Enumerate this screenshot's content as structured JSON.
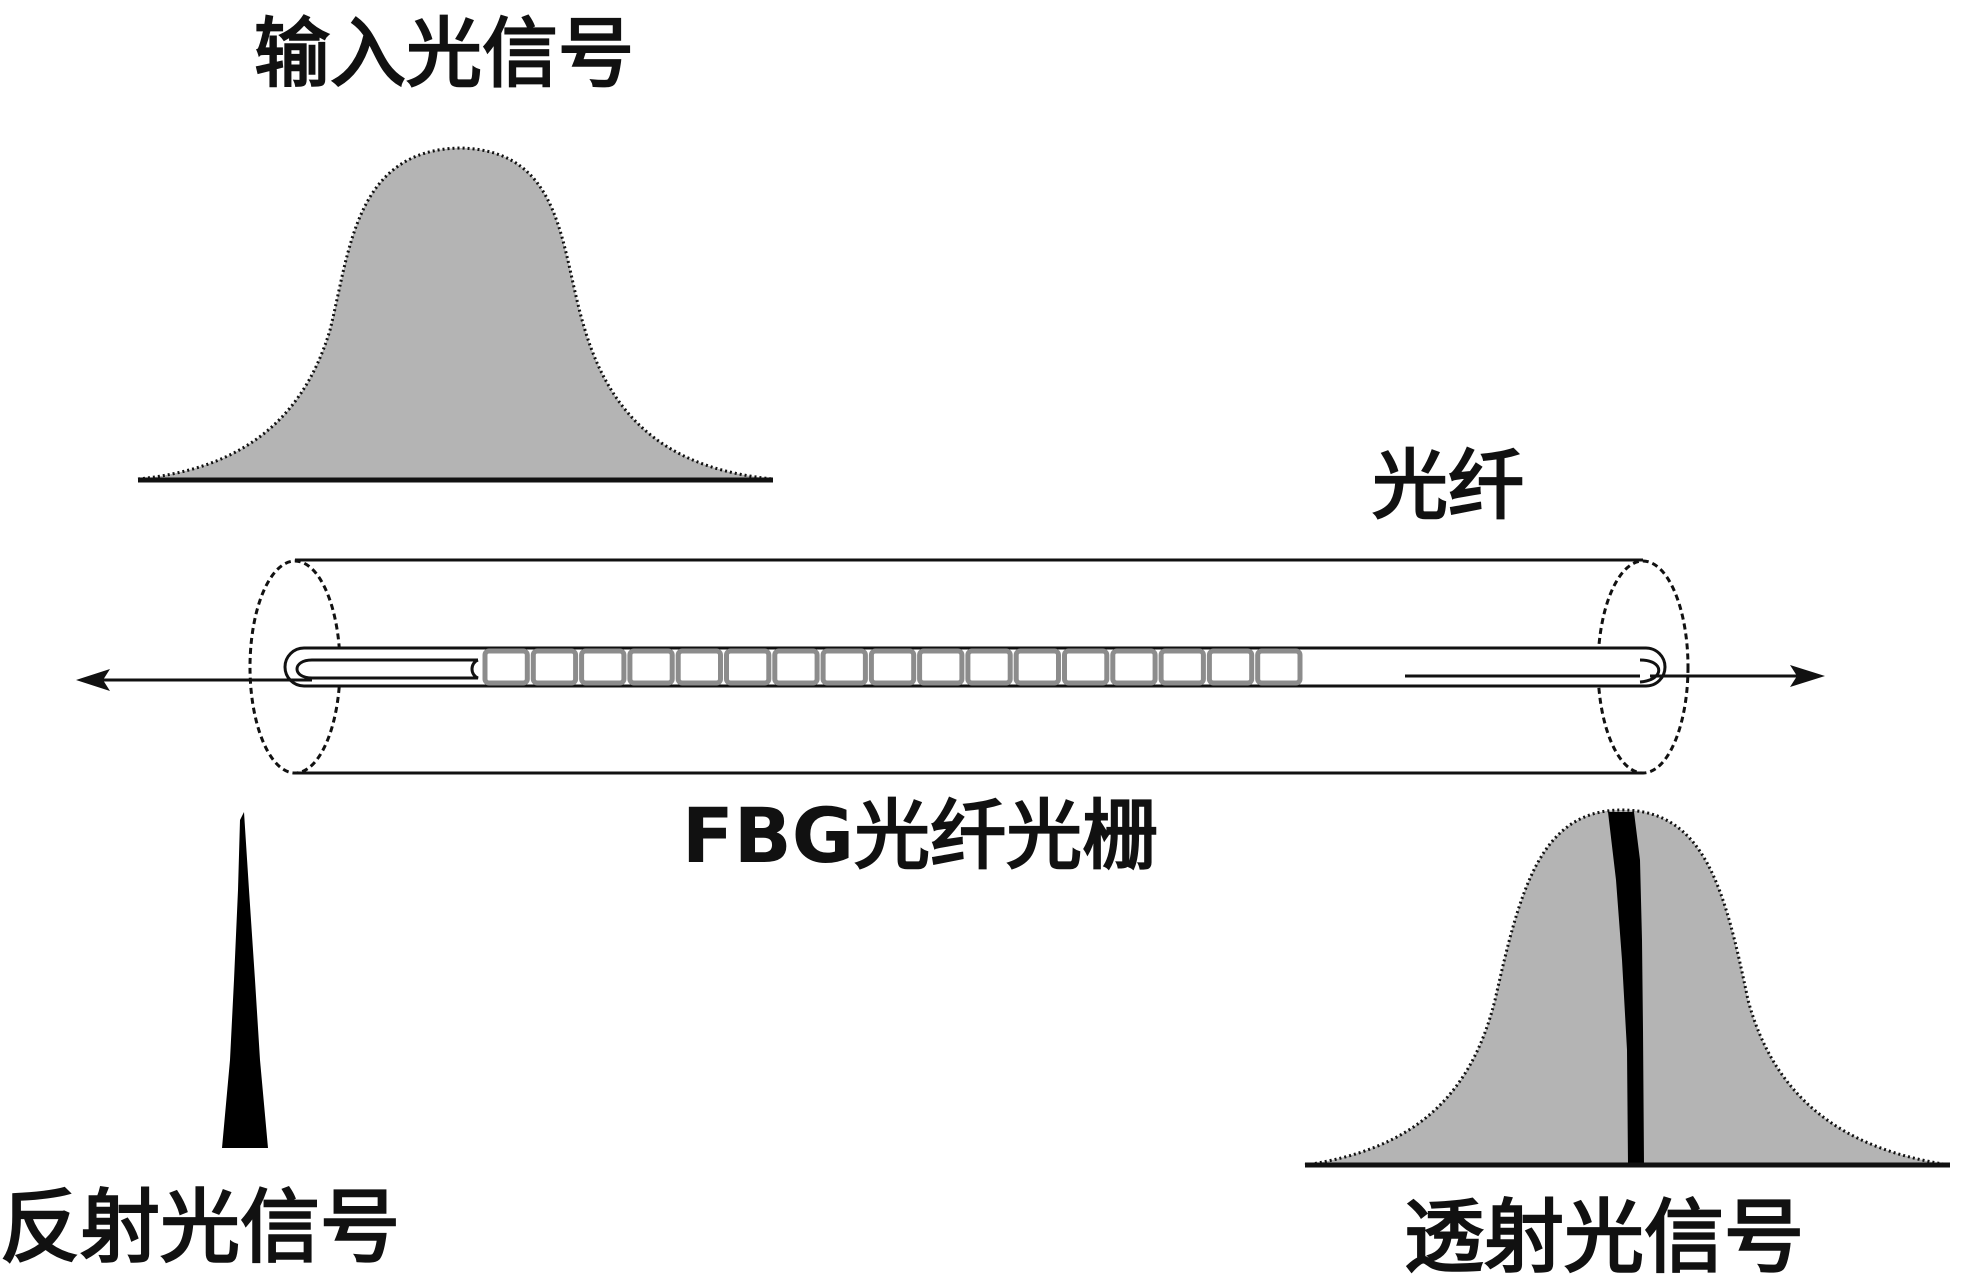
{
  "labels": {
    "input_signal": "输入光信号",
    "fiber": "光纤",
    "fbg": "FBG光纤光栅",
    "reflected_signal": "反射光信号",
    "transmitted_signal": "透射光信号"
  },
  "grating": {
    "period_count": 17
  },
  "colors": {
    "spectrum_fill": "#b4b4b4",
    "grating_color": "#8c8c8c",
    "line_color": "#111111",
    "notch_color": "#000000"
  }
}
